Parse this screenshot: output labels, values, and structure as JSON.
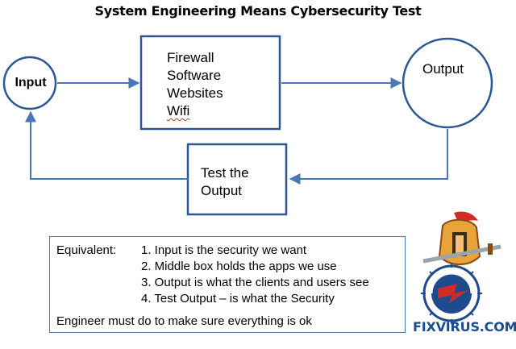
{
  "title": "System Engineering Means Cybersecurity Test",
  "nodes": {
    "input": "Input",
    "apps": [
      "Firewall",
      "Software",
      "Websites",
      "Wifi"
    ],
    "output": "Output",
    "test": [
      "Test the",
      "Output"
    ]
  },
  "legend": {
    "heading": "Equivalent:",
    "items": [
      "1. Input is the security we want",
      "2. Middle box holds the apps we use",
      "3.  Output is what the clients and users see",
      "4. Test Output – is what the Security"
    ],
    "footer": "Engineer must do to make sure everything is ok"
  },
  "logo": {
    "text": "FIXVIRUS.COM"
  },
  "colors": {
    "stroke": "#2d5597",
    "arrow": "#4a78b6",
    "logo_red": "#d42a25",
    "logo_blue": "#1e4a8e"
  }
}
